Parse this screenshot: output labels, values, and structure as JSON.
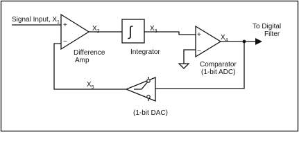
{
  "labels": {
    "signal_input": {
      "text": "Signal Input, X",
      "sub": "1"
    },
    "x2": {
      "text": "X",
      "sub": "2"
    },
    "x3": {
      "text": "X",
      "sub": "3"
    },
    "x4": {
      "text": "X",
      "sub": "4"
    },
    "x5": {
      "text": "X",
      "sub": "5"
    },
    "to_digital_filter": {
      "line1": "To Digital",
      "line2": "Filter"
    }
  },
  "blocks": {
    "difference_amp": {
      "line1": "Difference",
      "line2": "Amp",
      "plus": "+",
      "minus": "−"
    },
    "integrator": {
      "label": "Integrator",
      "symbol": "∫"
    },
    "comparator": {
      "line1": "Comparator",
      "line2": "(1-bit ADC)",
      "plus": "+",
      "minus": "−"
    },
    "dac": {
      "label": "(1-bit DAC)"
    }
  }
}
